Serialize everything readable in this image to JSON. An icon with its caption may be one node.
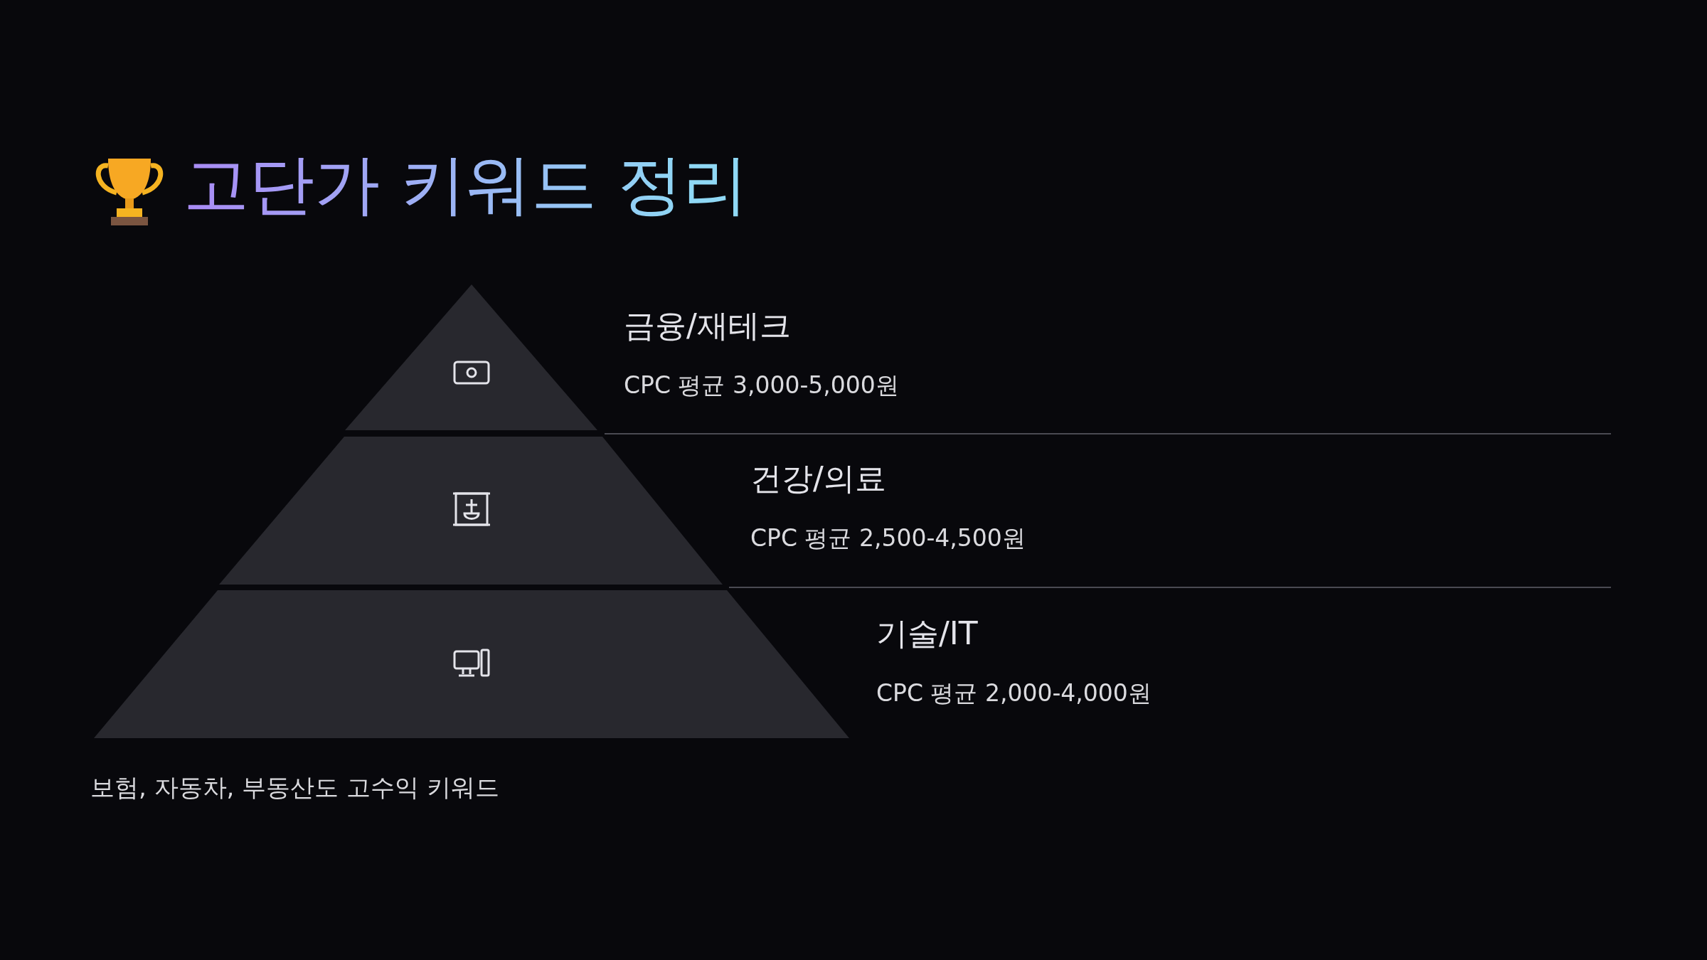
{
  "diagram": {
    "title": "고단가 키워드 정리",
    "nodes": [
      {
        "text": [
          "금융/재테크",
          "CPC 평균 3,000-5,000원"
        ]
      },
      {
        "text": [
          "건강/의료",
          "CPC 평균 2,500-4,500원"
        ]
      },
      {
        "text": [
          "기술/IT",
          "CPC 평균 2,000-4,000원"
        ]
      }
    ],
    "edges": [],
    "labels": [
      "보험, 자동차, 부동산도 고수익 키워드"
    ]
  }
}
